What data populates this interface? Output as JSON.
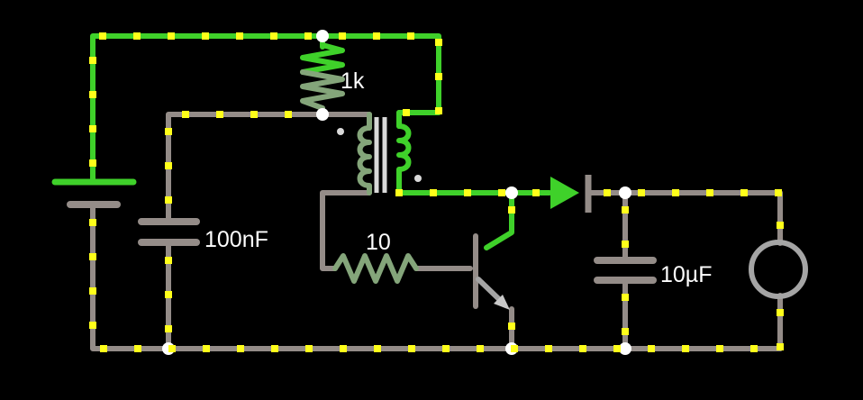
{
  "components": {
    "resistor_top": {
      "label": "1k"
    },
    "resistor_base": {
      "label": "10"
    },
    "capacitor_input": {
      "label": "100nF"
    },
    "capacitor_output": {
      "label": "10µF"
    }
  },
  "colors": {
    "active_wire": "#3fd12a",
    "idle_wire": "#948c88",
    "current_dot": "#ffff1a",
    "junction": "#ffffff"
  }
}
